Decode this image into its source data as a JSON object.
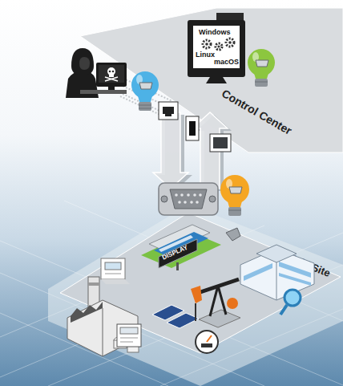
{
  "diagram": {
    "nodes": [
      {
        "text": [
          "Control Center"
        ]
      },
      {
        "text": [
          "Field Site"
        ]
      }
    ],
    "edges": [
      {
        "from": 0,
        "to": 1,
        "arrow": "to"
      },
      {
        "from": 1,
        "to": 0,
        "arrow": "to"
      }
    ],
    "labels": [
      "Windows",
      "Linux",
      "macOS",
      "DISPLAY"
    ]
  }
}
